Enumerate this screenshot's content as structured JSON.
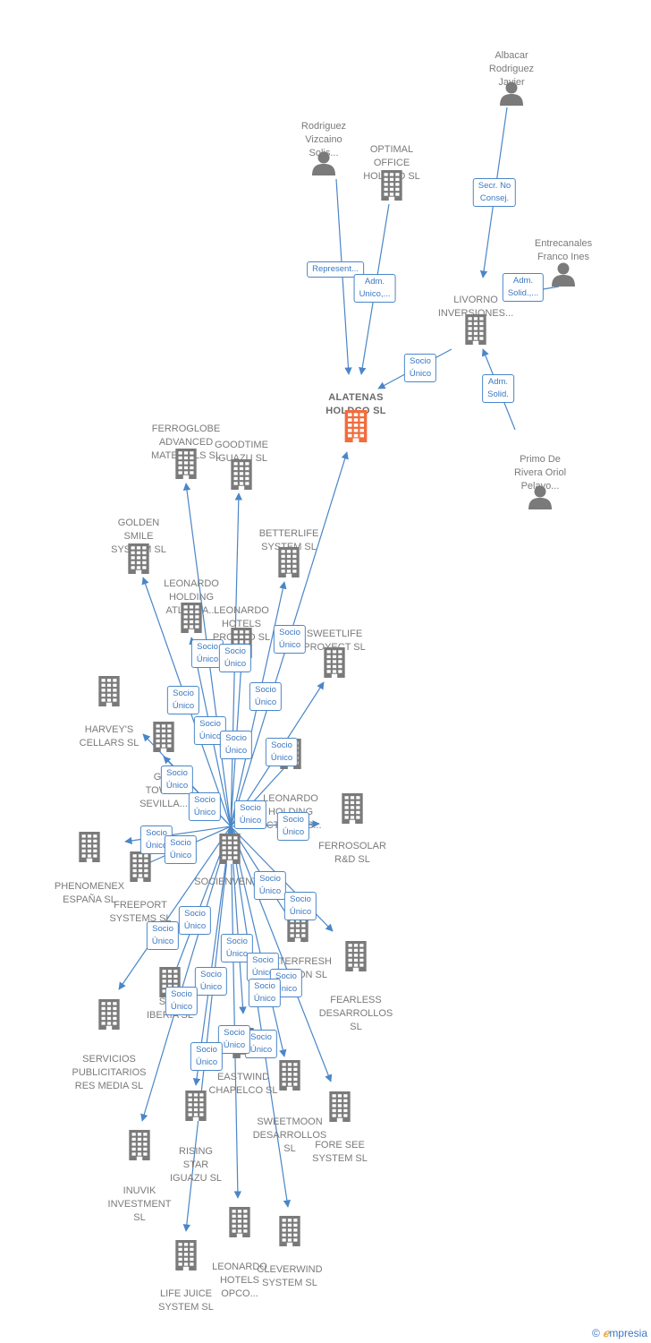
{
  "colors": {
    "edge": "#4a86c8",
    "company": "#7a7a7a",
    "focus": "#f26c3c",
    "person": "#7a7a7a"
  },
  "nodes": [
    {
      "id": "albacar",
      "kind": "person",
      "label": "Albacar\nRodriguez\nJavier"
    },
    {
      "id": "rodriguez",
      "kind": "person",
      "label": "Rodriguez\nVizcaino\nSolis..."
    },
    {
      "id": "optimal",
      "kind": "company",
      "label": "OPTIMAL\nOFFICE\nHOLDCO  SL"
    },
    {
      "id": "entrecanales",
      "kind": "person",
      "label": "Entrecanales\nFranco Ines"
    },
    {
      "id": "livorno",
      "kind": "company",
      "label": "LIVORNO\nINVERSIONES..."
    },
    {
      "id": "alatenas",
      "kind": "focus",
      "label": "ALATENAS\nHOLDCO  SL"
    },
    {
      "id": "primo",
      "kind": "person",
      "label": "Primo De\nRivera Oriol\nPelayo..."
    },
    {
      "id": "ferroglobe",
      "kind": "company",
      "label": "FERROGLOBE\nADVANCED\nMATERIALS  SL"
    },
    {
      "id": "goodtime",
      "kind": "company",
      "label": "GOODTIME\nIGUAZU  SL"
    },
    {
      "id": "golden",
      "kind": "company",
      "label": "GOLDEN\nSMILE\nSYSTEM  SL"
    },
    {
      "id": "betterlife",
      "kind": "company",
      "label": "BETTERLIFE\nSYSTEM  SL"
    },
    {
      "id": "leoatlanta",
      "kind": "company",
      "label": "LEONARDO\nHOLDING\nATLANTA..."
    },
    {
      "id": "leopropco",
      "kind": "company",
      "label": "LEONARDO\nHOTELS\nPROPCO  SL"
    },
    {
      "id": "sweetlife",
      "kind": "company",
      "label": "SWEETLIFE\nPROYECT  SL"
    },
    {
      "id": "harveys",
      "kind": "company",
      "label": "HARVEY'S\nCELLARS  SL"
    },
    {
      "id": "grl",
      "kind": "company",
      "label": "GRL\nTOWER\nSEVILLA..."
    },
    {
      "id": "leoactivities",
      "kind": "company",
      "label": "LEONARDO\nHOLDING\nACTIVITIES..."
    },
    {
      "id": "ferrosolar",
      "kind": "company",
      "label": "FERROSOLAR\nR&D  SL"
    },
    {
      "id": "phenomenex",
      "kind": "company",
      "label": "PHENOMENEX\nESPAÑA  SL"
    },
    {
      "id": "socienvent",
      "kind": "company",
      "label": "SOCIENVENT..."
    },
    {
      "id": "freeport",
      "kind": "company",
      "label": "FREEPORT\nSYSTEMS  SL"
    },
    {
      "id": "waterfresh",
      "kind": "company",
      "label": "WATERFRESH\nGESTION  SL"
    },
    {
      "id": "fearless",
      "kind": "company",
      "label": "FEARLESS\nDESARROLLOS\nSL"
    },
    {
      "id": "servicios",
      "kind": "company",
      "label": "SERVICIOS\nPUBLICITARIOS\nRES MEDIA  SL"
    },
    {
      "id": "shiberia",
      "kind": "company",
      "label": "SH...\nIBERIA  SL"
    },
    {
      "id": "eastwind",
      "kind": "company",
      "label": "EASTWIND\nCHAPELCO  SL"
    },
    {
      "id": "sweetmoon",
      "kind": "company",
      "label": "SWEETMOON\nDESARROLLOS\nSL"
    },
    {
      "id": "foresee",
      "kind": "company",
      "label": "FORE SEE\nSYSTEM  SL"
    },
    {
      "id": "rising",
      "kind": "company",
      "label": "RISING\nSTAR\nIGUAZU  SL"
    },
    {
      "id": "inuvik",
      "kind": "company",
      "label": "INUVIK\nINVESTMENT\nSL"
    },
    {
      "id": "leoopco",
      "kind": "company",
      "label": "LEONARDO\nHOTELS\nOPCO..."
    },
    {
      "id": "cleverwind",
      "kind": "company",
      "label": "CLEVERWIND\nSYSTEM  SL"
    },
    {
      "id": "lifejuice",
      "kind": "company",
      "label": "LIFE JUICE\nSYSTEM  SL"
    }
  ],
  "badges": [
    {
      "id": "b-secr",
      "text": "Secr.  No\nConsej."
    },
    {
      "id": "b-represent",
      "text": "Represent..."
    },
    {
      "id": "b-admunico",
      "text": "Adm.\nUnico,..."
    },
    {
      "id": "b-admsolid1",
      "text": "Adm.\nSolid.,..."
    },
    {
      "id": "b-socio-livorno",
      "text": "Socio\nÚnico"
    },
    {
      "id": "b-admsolid2",
      "text": "Adm.\nSolid."
    },
    {
      "id": "b-s1",
      "text": "Socio\nÚnico"
    },
    {
      "id": "b-s2",
      "text": "Socio\nÚnico"
    },
    {
      "id": "b-s3",
      "text": "Socio\nÚnico"
    },
    {
      "id": "b-s4",
      "text": "Socio\nÚnico"
    },
    {
      "id": "b-s5",
      "text": "Socio\nÚnico"
    },
    {
      "id": "b-s6",
      "text": "Socio\nÚnico"
    },
    {
      "id": "b-s7",
      "text": "Socio\nÚnico"
    },
    {
      "id": "b-s8",
      "text": "Socio\nÚnico"
    },
    {
      "id": "b-s9",
      "text": "Socio\nÚnico"
    },
    {
      "id": "b-s10",
      "text": "Socio\nÚnico"
    },
    {
      "id": "b-s11",
      "text": "Socio\nÚnico"
    },
    {
      "id": "b-s12",
      "text": "Socio\nÚnico"
    },
    {
      "id": "b-s13",
      "text": "Socio\nÚnico"
    },
    {
      "id": "b-s14",
      "text": "Socio\nÚnico"
    },
    {
      "id": "b-s15",
      "text": "Socio\nÚnico"
    },
    {
      "id": "b-s16",
      "text": "Socio\nÚnico"
    },
    {
      "id": "b-s17",
      "text": "Socio\nÚnico"
    },
    {
      "id": "b-s18",
      "text": "Socio\nÚnico"
    },
    {
      "id": "b-s19",
      "text": "Socio\nÚnico"
    },
    {
      "id": "b-s20",
      "text": "Socio\nÚnico"
    },
    {
      "id": "b-s21",
      "text": "Socio\nÚnico"
    },
    {
      "id": "b-s22",
      "text": "Socio\nÚnico"
    },
    {
      "id": "b-s23",
      "text": "Socio\nÚnico"
    },
    {
      "id": "b-s24",
      "text": "Socio\nÚnico"
    },
    {
      "id": "b-s25",
      "text": "Socio\nÚnico"
    },
    {
      "id": "b-s26",
      "text": "Socio\nÚnico"
    },
    {
      "id": "b-s27",
      "text": "Socio\nÚnico"
    }
  ],
  "footer": {
    "copyright": "©",
    "brand_e": "ℯ",
    "brand_rest": "mpresia"
  }
}
